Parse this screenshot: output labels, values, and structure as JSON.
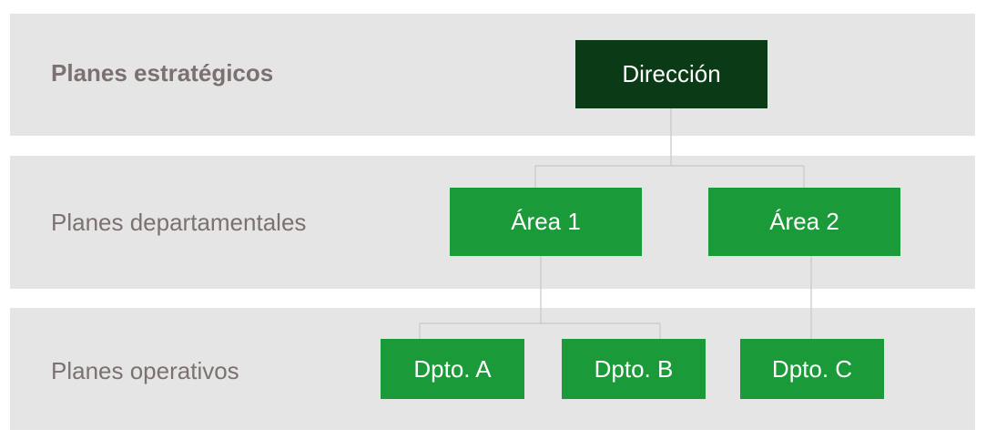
{
  "levels": [
    {
      "label": "Planes estratégicos"
    },
    {
      "label": "Planes departamentales"
    },
    {
      "label": "Planes operativos"
    }
  ],
  "nodes": {
    "root": "Dirección",
    "area1": "Área 1",
    "area2": "Área 2",
    "dpto_a": "Dpto. A",
    "dpto_b": "Dpto. B",
    "dpto_c": "Dpto. C"
  },
  "colors": {
    "band": "#e6e5e5",
    "label_text": "#7a7170",
    "root_fill": "#0b3a17",
    "node_fill": "#1b9a3a",
    "connector": "#c8c6c6"
  }
}
